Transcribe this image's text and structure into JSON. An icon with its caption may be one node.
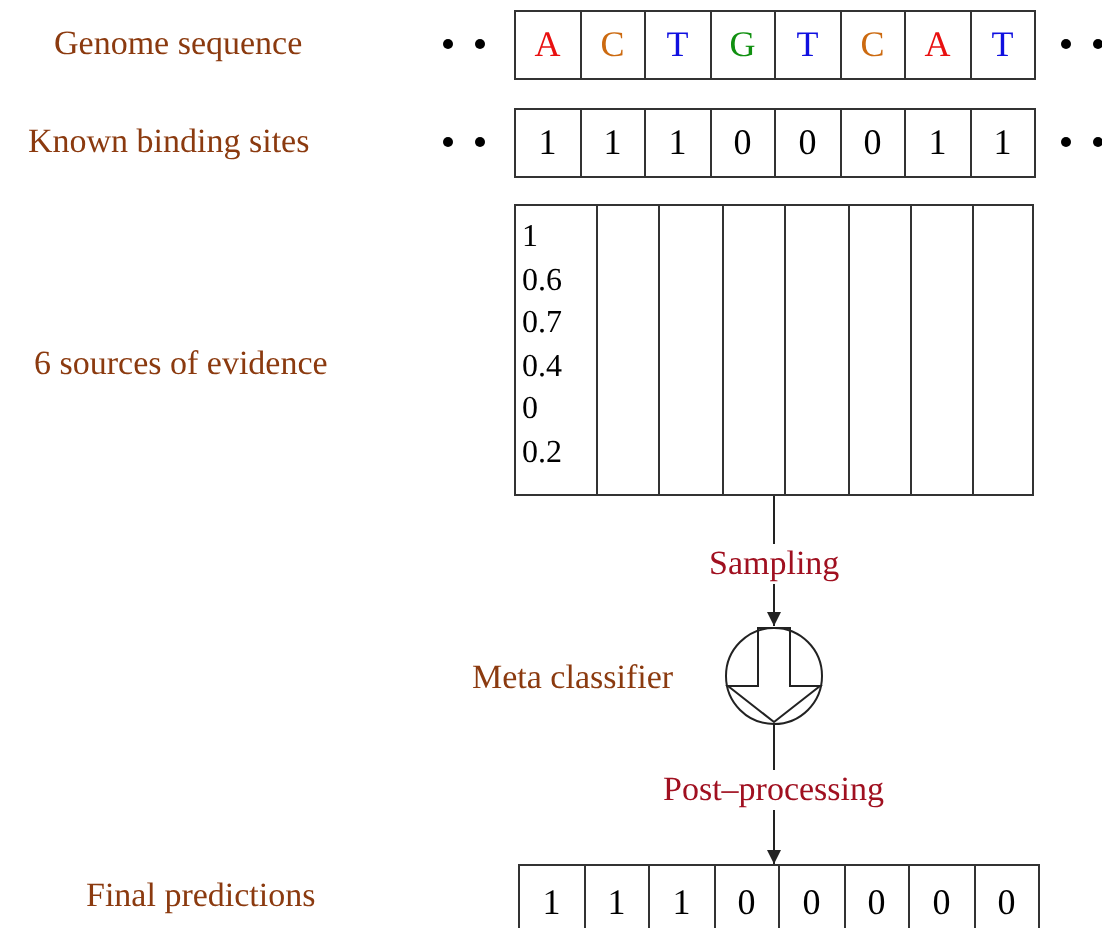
{
  "diagram": {
    "nodes": [
      {
        "text": [
          "1 0.6 0.7 0.4 0 0.2"
        ]
      },
      {
        "text": [],
        "shape": "circle",
        "beside": [
          "Meta classifier"
        ]
      },
      {
        "text": [
          "1",
          "1",
          "1",
          "0",
          "0",
          "0",
          "0",
          "0"
        ]
      }
    ],
    "edges": [
      {
        "from": 0,
        "to": 1,
        "arrow": "to",
        "label": "Sampling"
      },
      {
        "from": 1,
        "to": 2,
        "arrow": "to",
        "label": "Post–processing"
      }
    ],
    "labels": [
      "Genome sequence",
      "A",
      "C",
      "T",
      "G",
      "T",
      "C",
      "A",
      "T",
      "Known binding sites",
      "1",
      "1",
      "1",
      "0",
      "0",
      "0",
      "1",
      "1",
      "6 sources of evidence",
      "Final predictions"
    ]
  }
}
